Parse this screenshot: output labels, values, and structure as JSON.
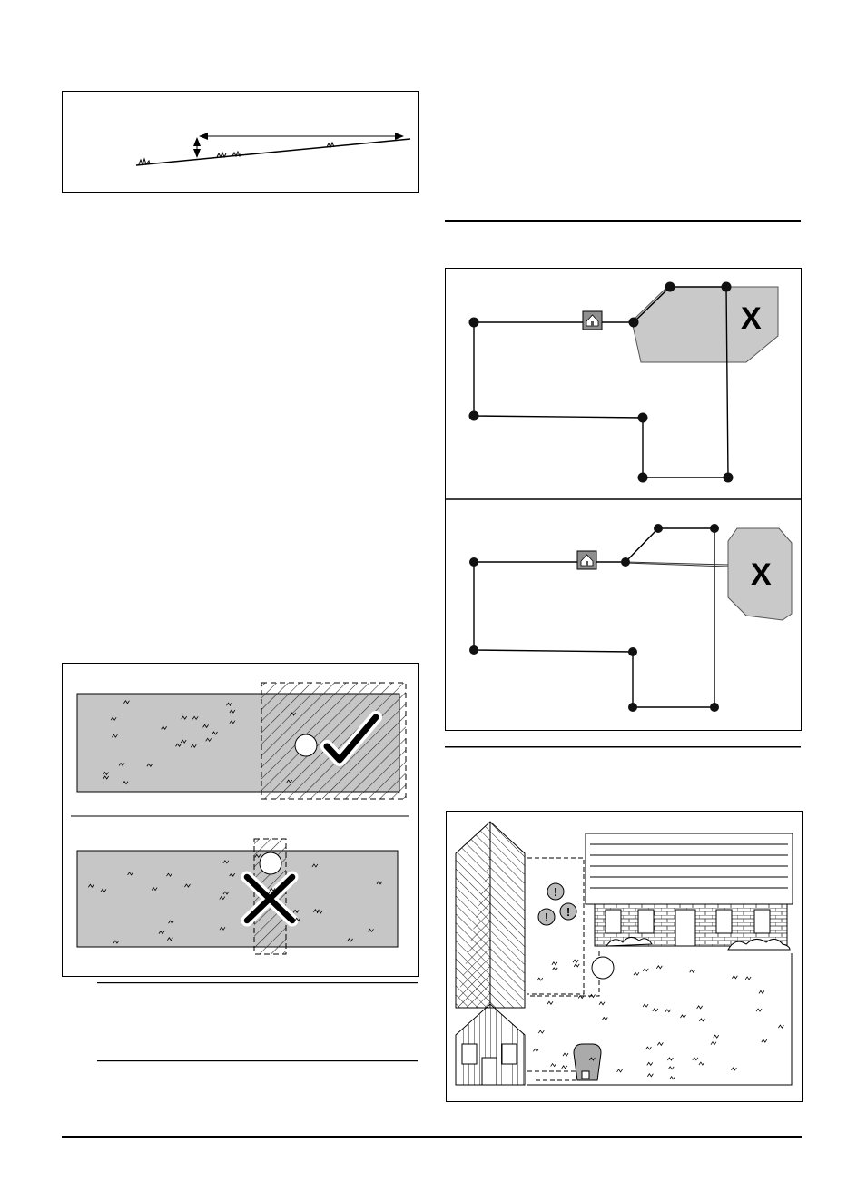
{
  "page": {
    "figures": {
      "slope": {
        "kind": "slope-distance-illustration"
      },
      "boundary_wrong": {
        "label": "X",
        "icon": "charging-station-icon"
      },
      "boundary_right": {
        "label": "X",
        "icon": "charging-station-icon"
      },
      "overlap": {
        "top_mark": "check-mark-icon",
        "bottom_mark": "cross-mark-icon"
      },
      "garden": {
        "icons": [
          "warning-icon",
          "warning-icon",
          "warning-icon"
        ]
      }
    }
  }
}
